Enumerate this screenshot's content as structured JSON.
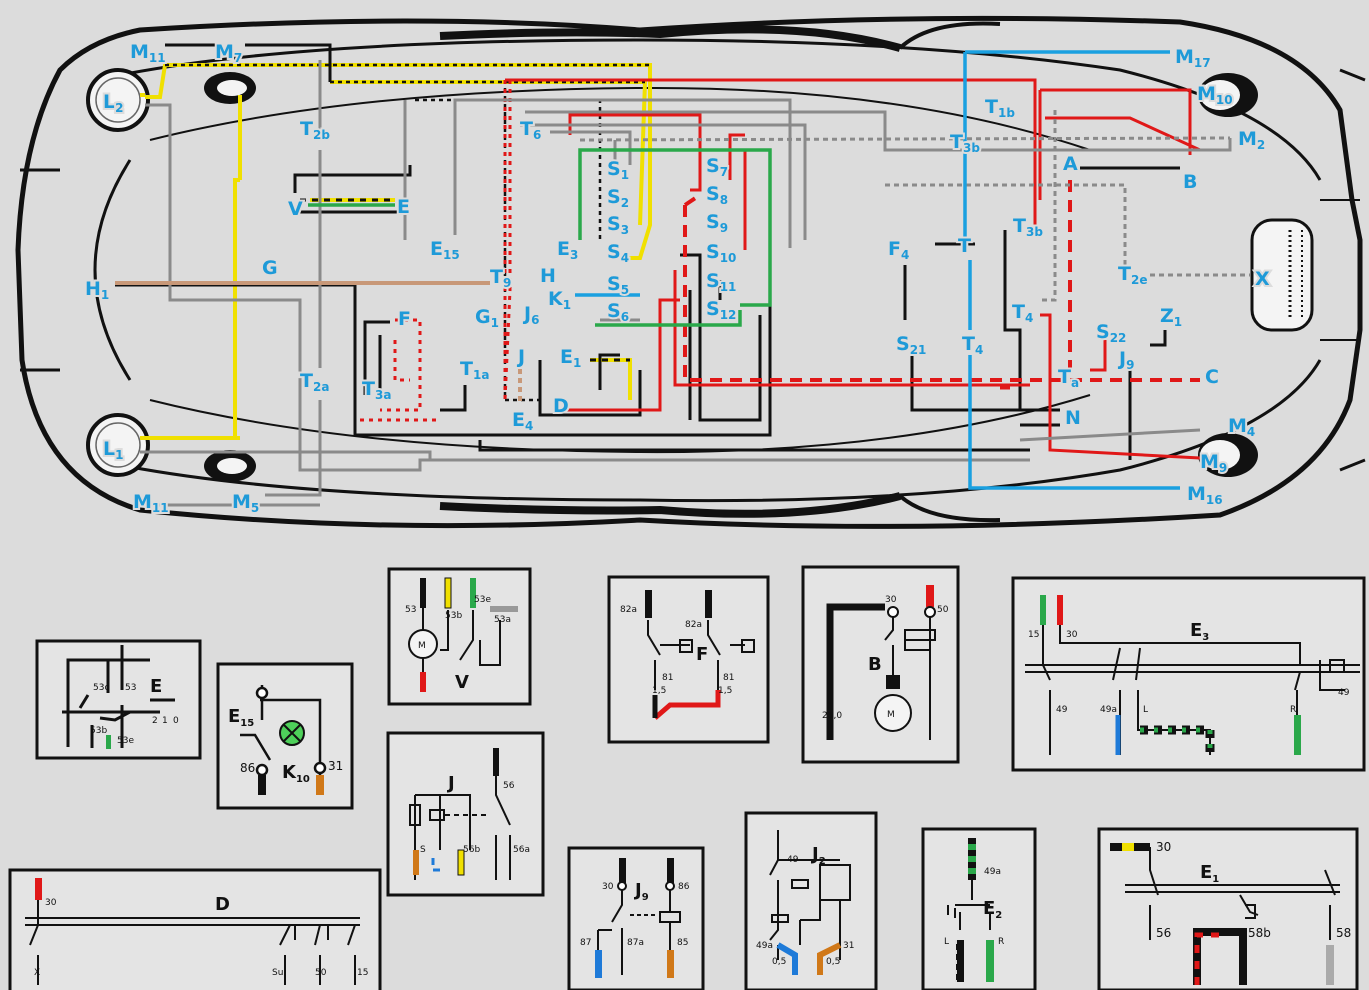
{
  "colors": {
    "background": "#dcdcdc",
    "label_blue": "#1e9ad8",
    "wire_yellow": "#f0e000",
    "wire_red": "#e01818",
    "wire_black": "#111111",
    "wire_gray": "#8a8a8a",
    "wire_green": "#2aa84a",
    "wire_blue": "#1aa0e0",
    "wire_brown": "#c89878"
  },
  "car_labels": [
    {
      "id": "M11-top",
      "main": "M",
      "sub": "11"
    },
    {
      "id": "M7",
      "main": "M",
      "sub": "7"
    },
    {
      "id": "L2",
      "main": "L",
      "sub": "2"
    },
    {
      "id": "T2b",
      "main": "T",
      "sub": "2b"
    },
    {
      "id": "V",
      "main": "V",
      "sub": ""
    },
    {
      "id": "E",
      "main": "E",
      "sub": ""
    },
    {
      "id": "G",
      "main": "G",
      "sub": ""
    },
    {
      "id": "H1",
      "main": "H",
      "sub": "1"
    },
    {
      "id": "F",
      "main": "F",
      "sub": ""
    },
    {
      "id": "T3a",
      "main": "T",
      "sub": "3a"
    },
    {
      "id": "T2a",
      "main": "T",
      "sub": "2a"
    },
    {
      "id": "L1",
      "main": "L",
      "sub": "1"
    },
    {
      "id": "M11-bottom",
      "main": "M",
      "sub": "11"
    },
    {
      "id": "M5",
      "main": "M",
      "sub": "5"
    },
    {
      "id": "E15",
      "main": "E",
      "sub": "15"
    },
    {
      "id": "T9",
      "main": "T",
      "sub": "9"
    },
    {
      "id": "H",
      "main": "H",
      "sub": ""
    },
    {
      "id": "G1",
      "main": "G",
      "sub": "1"
    },
    {
      "id": "J6",
      "main": "J",
      "sub": "6"
    },
    {
      "id": "K1",
      "main": "K",
      "sub": "1"
    },
    {
      "id": "J",
      "main": "J",
      "sub": ""
    },
    {
      "id": "E1",
      "main": "E",
      "sub": "1"
    },
    {
      "id": "T1a",
      "main": "T",
      "sub": "1a"
    },
    {
      "id": "E4",
      "main": "E",
      "sub": "4"
    },
    {
      "id": "D",
      "main": "D",
      "sub": ""
    },
    {
      "id": "T6",
      "main": "T",
      "sub": "6"
    },
    {
      "id": "E3",
      "main": "E",
      "sub": "3"
    },
    {
      "id": "S1",
      "main": "S",
      "sub": "1"
    },
    {
      "id": "S2",
      "main": "S",
      "sub": "2"
    },
    {
      "id": "S3",
      "main": "S",
      "sub": "3"
    },
    {
      "id": "S4",
      "main": "S",
      "sub": "4"
    },
    {
      "id": "S5",
      "main": "S",
      "sub": "5"
    },
    {
      "id": "S6",
      "main": "S",
      "sub": "6"
    },
    {
      "id": "S7",
      "main": "S",
      "sub": "7"
    },
    {
      "id": "S8",
      "main": "S",
      "sub": "8"
    },
    {
      "id": "S9",
      "main": "S",
      "sub": "9"
    },
    {
      "id": "S10",
      "main": "S",
      "sub": "10"
    },
    {
      "id": "S11",
      "main": "S",
      "sub": "11"
    },
    {
      "id": "S12",
      "main": "S",
      "sub": "12"
    },
    {
      "id": "M17",
      "main": "M",
      "sub": "17"
    },
    {
      "id": "T1b",
      "main": "T",
      "sub": "1b"
    },
    {
      "id": "M10",
      "main": "M",
      "sub": "10"
    },
    {
      "id": "T3b-top",
      "main": "T",
      "sub": "3b"
    },
    {
      "id": "M2",
      "main": "M",
      "sub": "2"
    },
    {
      "id": "A",
      "main": "A",
      "sub": ""
    },
    {
      "id": "B",
      "main": "B",
      "sub": ""
    },
    {
      "id": "T3b",
      "main": "T",
      "sub": "3b"
    },
    {
      "id": "F4",
      "main": "F",
      "sub": "4"
    },
    {
      "id": "T",
      "main": "T",
      "sub": ""
    },
    {
      "id": "T2e",
      "main": "T",
      "sub": "2e"
    },
    {
      "id": "X",
      "main": "X",
      "sub": ""
    },
    {
      "id": "S21",
      "main": "S",
      "sub": "21"
    },
    {
      "id": "T4-mid",
      "main": "T",
      "sub": "4"
    },
    {
      "id": "T4",
      "main": "T",
      "sub": "4"
    },
    {
      "id": "S22",
      "main": "S",
      "sub": "22"
    },
    {
      "id": "Z1",
      "main": "Z",
      "sub": "1"
    },
    {
      "id": "J9",
      "main": "J",
      "sub": "9"
    },
    {
      "id": "Ta",
      "main": "T",
      "sub": "a"
    },
    {
      "id": "C",
      "main": "C",
      "sub": ""
    },
    {
      "id": "N",
      "main": "N",
      "sub": ""
    },
    {
      "id": "M4",
      "main": "M",
      "sub": "4"
    },
    {
      "id": "M9",
      "main": "M",
      "sub": "9"
    },
    {
      "id": "M16",
      "main": "M",
      "sub": "16"
    }
  ],
  "inset_E": {
    "title": "E",
    "t1": "53c",
    "t2": "53",
    "t3": "53b",
    "t4": "53e",
    "t5": "2",
    "t6": "1",
    "t7": "0"
  },
  "inset_E15": {
    "title_main": "E",
    "title_sub": "15",
    "k_main": "K",
    "k_sub": "10",
    "t1": "86",
    "t2": "31"
  },
  "inset_V": {
    "title": "V",
    "t1": "53",
    "t2": "53b",
    "t3": "53e",
    "t4": "53a",
    "motor": "M"
  },
  "inset_F": {
    "title": "F",
    "t1": "82a",
    "t2": "82a",
    "t3": "81",
    "t4": "81",
    "t5": "1,5",
    "t6": "1,5"
  },
  "inset_B": {
    "title": "B",
    "t1": "30",
    "t2": "50",
    "t3": "25,0",
    "motor": "M"
  },
  "inset_E3": {
    "title_main": "E",
    "title_sub": "3",
    "t1": "15",
    "t2": "30",
    "t3": "49",
    "t4": "49a",
    "t5": "L",
    "t6": "R",
    "t7": "49"
  },
  "inset_J": {
    "title": "J",
    "t1": "56",
    "t2": "S",
    "t3": "56b",
    "t4": "56a"
  },
  "inset_D": {
    "title": "D",
    "t1": "30",
    "t2": "X",
    "t3": "Su",
    "t4": "50",
    "t5": "15"
  },
  "inset_J9": {
    "title_main": "J",
    "title_sub": "9",
    "t1": "30",
    "t2": "86",
    "t3": "87",
    "t4": "87a",
    "t5": "85"
  },
  "inset_J2": {
    "title_main": "J",
    "title_sub": "2",
    "t1": "49",
    "t2": "49a",
    "t3": "31",
    "t4": "0,5",
    "t5": "0,5"
  },
  "inset_E2": {
    "title_main": "E",
    "title_sub": "2",
    "t1": "49a",
    "t2": "L",
    "t3": "R"
  },
  "inset_E1": {
    "title_main": "E",
    "title_sub": "1",
    "t1": "30",
    "t2": "56",
    "t3": "58b",
    "t4": "58"
  }
}
